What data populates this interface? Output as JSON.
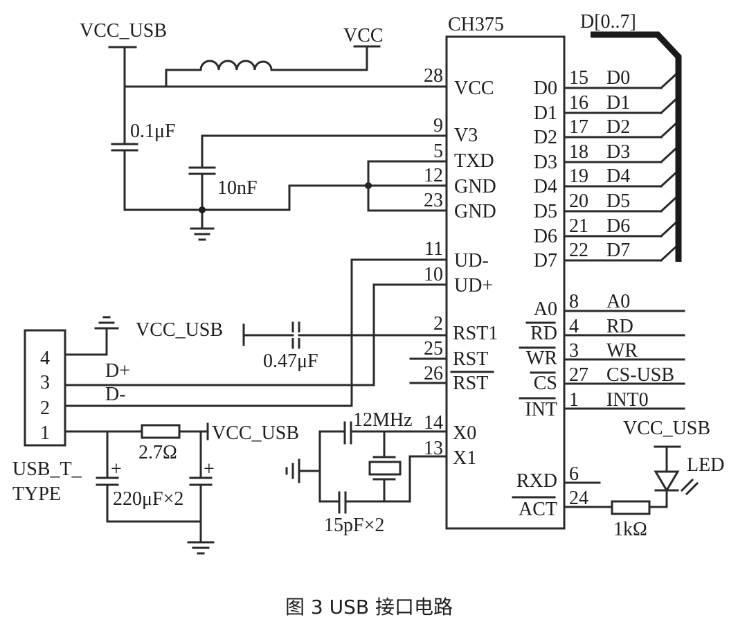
{
  "caption": "图 3   USB 接口电路",
  "chip": {
    "name": "CH375",
    "left_pins": [
      {
        "num": "28",
        "label": "VCC"
      },
      {
        "num": "9",
        "label": "V3"
      },
      {
        "num": "5",
        "label": "TXD"
      },
      {
        "num": "12",
        "label": "GND"
      },
      {
        "num": "23",
        "label": "GND"
      },
      {
        "num": "11",
        "label": "UD-"
      },
      {
        "num": "10",
        "label": "UD+"
      },
      {
        "num": "2",
        "label": "RST1"
      },
      {
        "num": "25",
        "label": "RST"
      },
      {
        "num": "26",
        "label": "RST",
        "overbar": true
      },
      {
        "num": "14",
        "label": "X0"
      },
      {
        "num": "13",
        "label": "X1"
      }
    ],
    "right_pins": [
      {
        "num": "15",
        "label": "D0",
        "net": "D0"
      },
      {
        "num": "16",
        "label": "D1",
        "net": "D1"
      },
      {
        "num": "17",
        "label": "D2",
        "net": "D2"
      },
      {
        "num": "18",
        "label": "D3",
        "net": "D3"
      },
      {
        "num": "19",
        "label": "D4",
        "net": "D4"
      },
      {
        "num": "20",
        "label": "D5",
        "net": "D5"
      },
      {
        "num": "21",
        "label": "D6",
        "net": "D6"
      },
      {
        "num": "22",
        "label": "D7",
        "net": "D7"
      },
      {
        "num": "8",
        "label": "A0",
        "net": "A0"
      },
      {
        "num": "4",
        "label": "RD",
        "net": "RD",
        "overbar": true
      },
      {
        "num": "3",
        "label": "WR",
        "net": "WR",
        "overbar": true
      },
      {
        "num": "27",
        "label": "CS",
        "net": "CS-USB",
        "overbar": true
      },
      {
        "num": "1",
        "label": "INT",
        "net": "INT0",
        "overbar": true
      },
      {
        "num": "6",
        "label": "RXD"
      },
      {
        "num": "24",
        "label": "ACT",
        "overbar": true
      }
    ]
  },
  "bus_label": "D[0..7]",
  "power": {
    "vcc_usb": "VCC_USB",
    "vcc": "VCC"
  },
  "components": {
    "c_vcc": "0.1μF",
    "c_v3": "10nF",
    "c_rst": "0.47μF",
    "r_usb": "2.7Ω",
    "c_bulk": "220μF×2",
    "crystal": "12MHz",
    "c_xtal": "15pF×2",
    "r_led": "1kΩ",
    "led": "LED",
    "plus": "+"
  },
  "connector": {
    "name_line1": "USB_T_",
    "name_line2": "TYPE",
    "pins": [
      "4",
      "3",
      "2",
      "1"
    ],
    "dplus": "D+",
    "dminus": "D-"
  }
}
